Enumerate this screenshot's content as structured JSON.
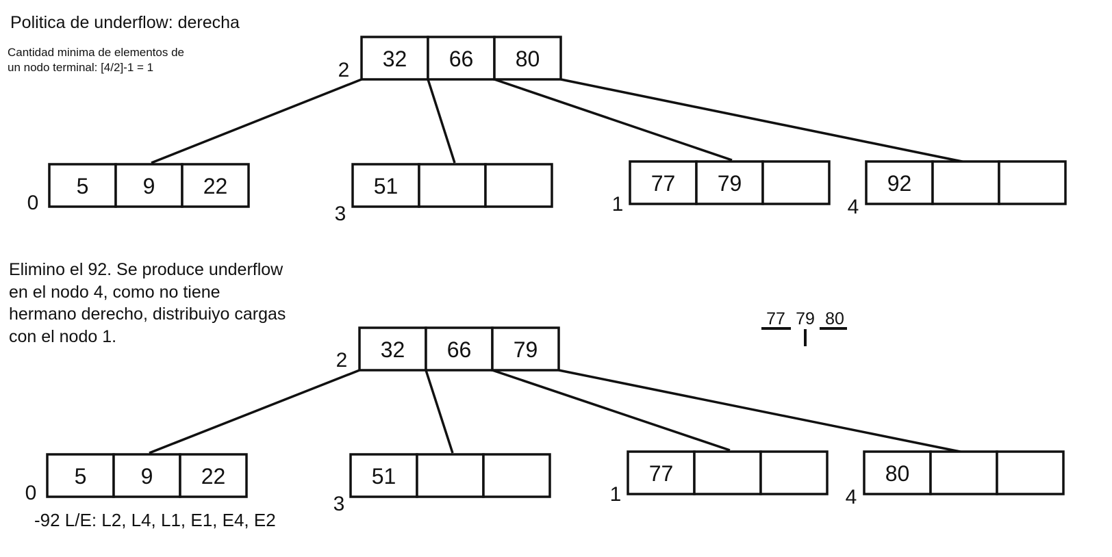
{
  "header": {
    "title": "Politica de underflow: derecha",
    "min_note_line1": "Cantidad minima de elementos de",
    "min_note_line2": "un nodo terminal: [4/2]-1 = 1"
  },
  "trees": [
    {
      "root": {
        "id": "2",
        "keys": [
          "32",
          "66",
          "80"
        ]
      },
      "leaves": [
        {
          "id": "0",
          "keys": [
            "5",
            "9",
            "22"
          ]
        },
        {
          "id": "3",
          "keys": [
            "51",
            "",
            ""
          ]
        },
        {
          "id": "1",
          "keys": [
            "77",
            "79",
            ""
          ]
        },
        {
          "id": "4",
          "keys": [
            "92",
            "",
            ""
          ]
        }
      ]
    },
    {
      "root": {
        "id": "2",
        "keys": [
          "32",
          "66",
          "79"
        ]
      },
      "leaves": [
        {
          "id": "0",
          "keys": [
            "5",
            "9",
            "22"
          ]
        },
        {
          "id": "3",
          "keys": [
            "51",
            "",
            ""
          ]
        },
        {
          "id": "1",
          "keys": [
            "77",
            "",
            ""
          ]
        },
        {
          "id": "4",
          "keys": [
            "80",
            "",
            ""
          ]
        }
      ]
    }
  ],
  "explanation": {
    "line1": "Elimino el 92. Se produce underflow",
    "line2": "en el nodo 4, como no tiene",
    "line3": "hermano derecho, distribuiyo cargas",
    "line4": "con el nodo 1."
  },
  "redistribution": {
    "left": "77",
    "middle": "79",
    "right": "80"
  },
  "operations": "-92 L/E: L2, L4, L1, E1, E4, E2"
}
